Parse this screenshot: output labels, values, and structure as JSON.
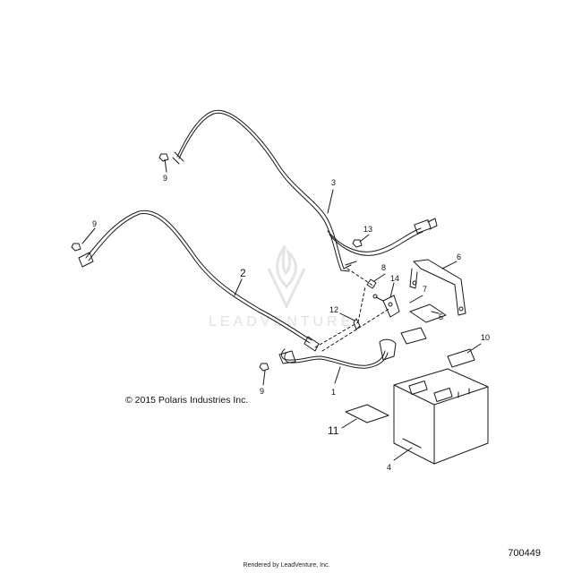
{
  "watermark": {
    "text": "LEADVENTURE",
    "logo_icon": "leadventure-flame-logo"
  },
  "copyright": "© 2015 Polaris Industries Inc.",
  "reference_number": "700449",
  "footer": "Rendered by LeadVenture, Inc.",
  "callouts": {
    "c1": "1",
    "c2": "2",
    "c3": "3",
    "c4": "4",
    "c5": "5",
    "c6": "6",
    "c7": "7",
    "c8": "8",
    "c9a": "9",
    "c9b": "9",
    "c9c": "9",
    "c10": "10",
    "c11": "11",
    "c12": "12",
    "c13": "13",
    "c14": "14"
  },
  "colors": {
    "line": "#1a1a1a",
    "background": "#ffffff",
    "watermark": "#e2e2e2"
  }
}
